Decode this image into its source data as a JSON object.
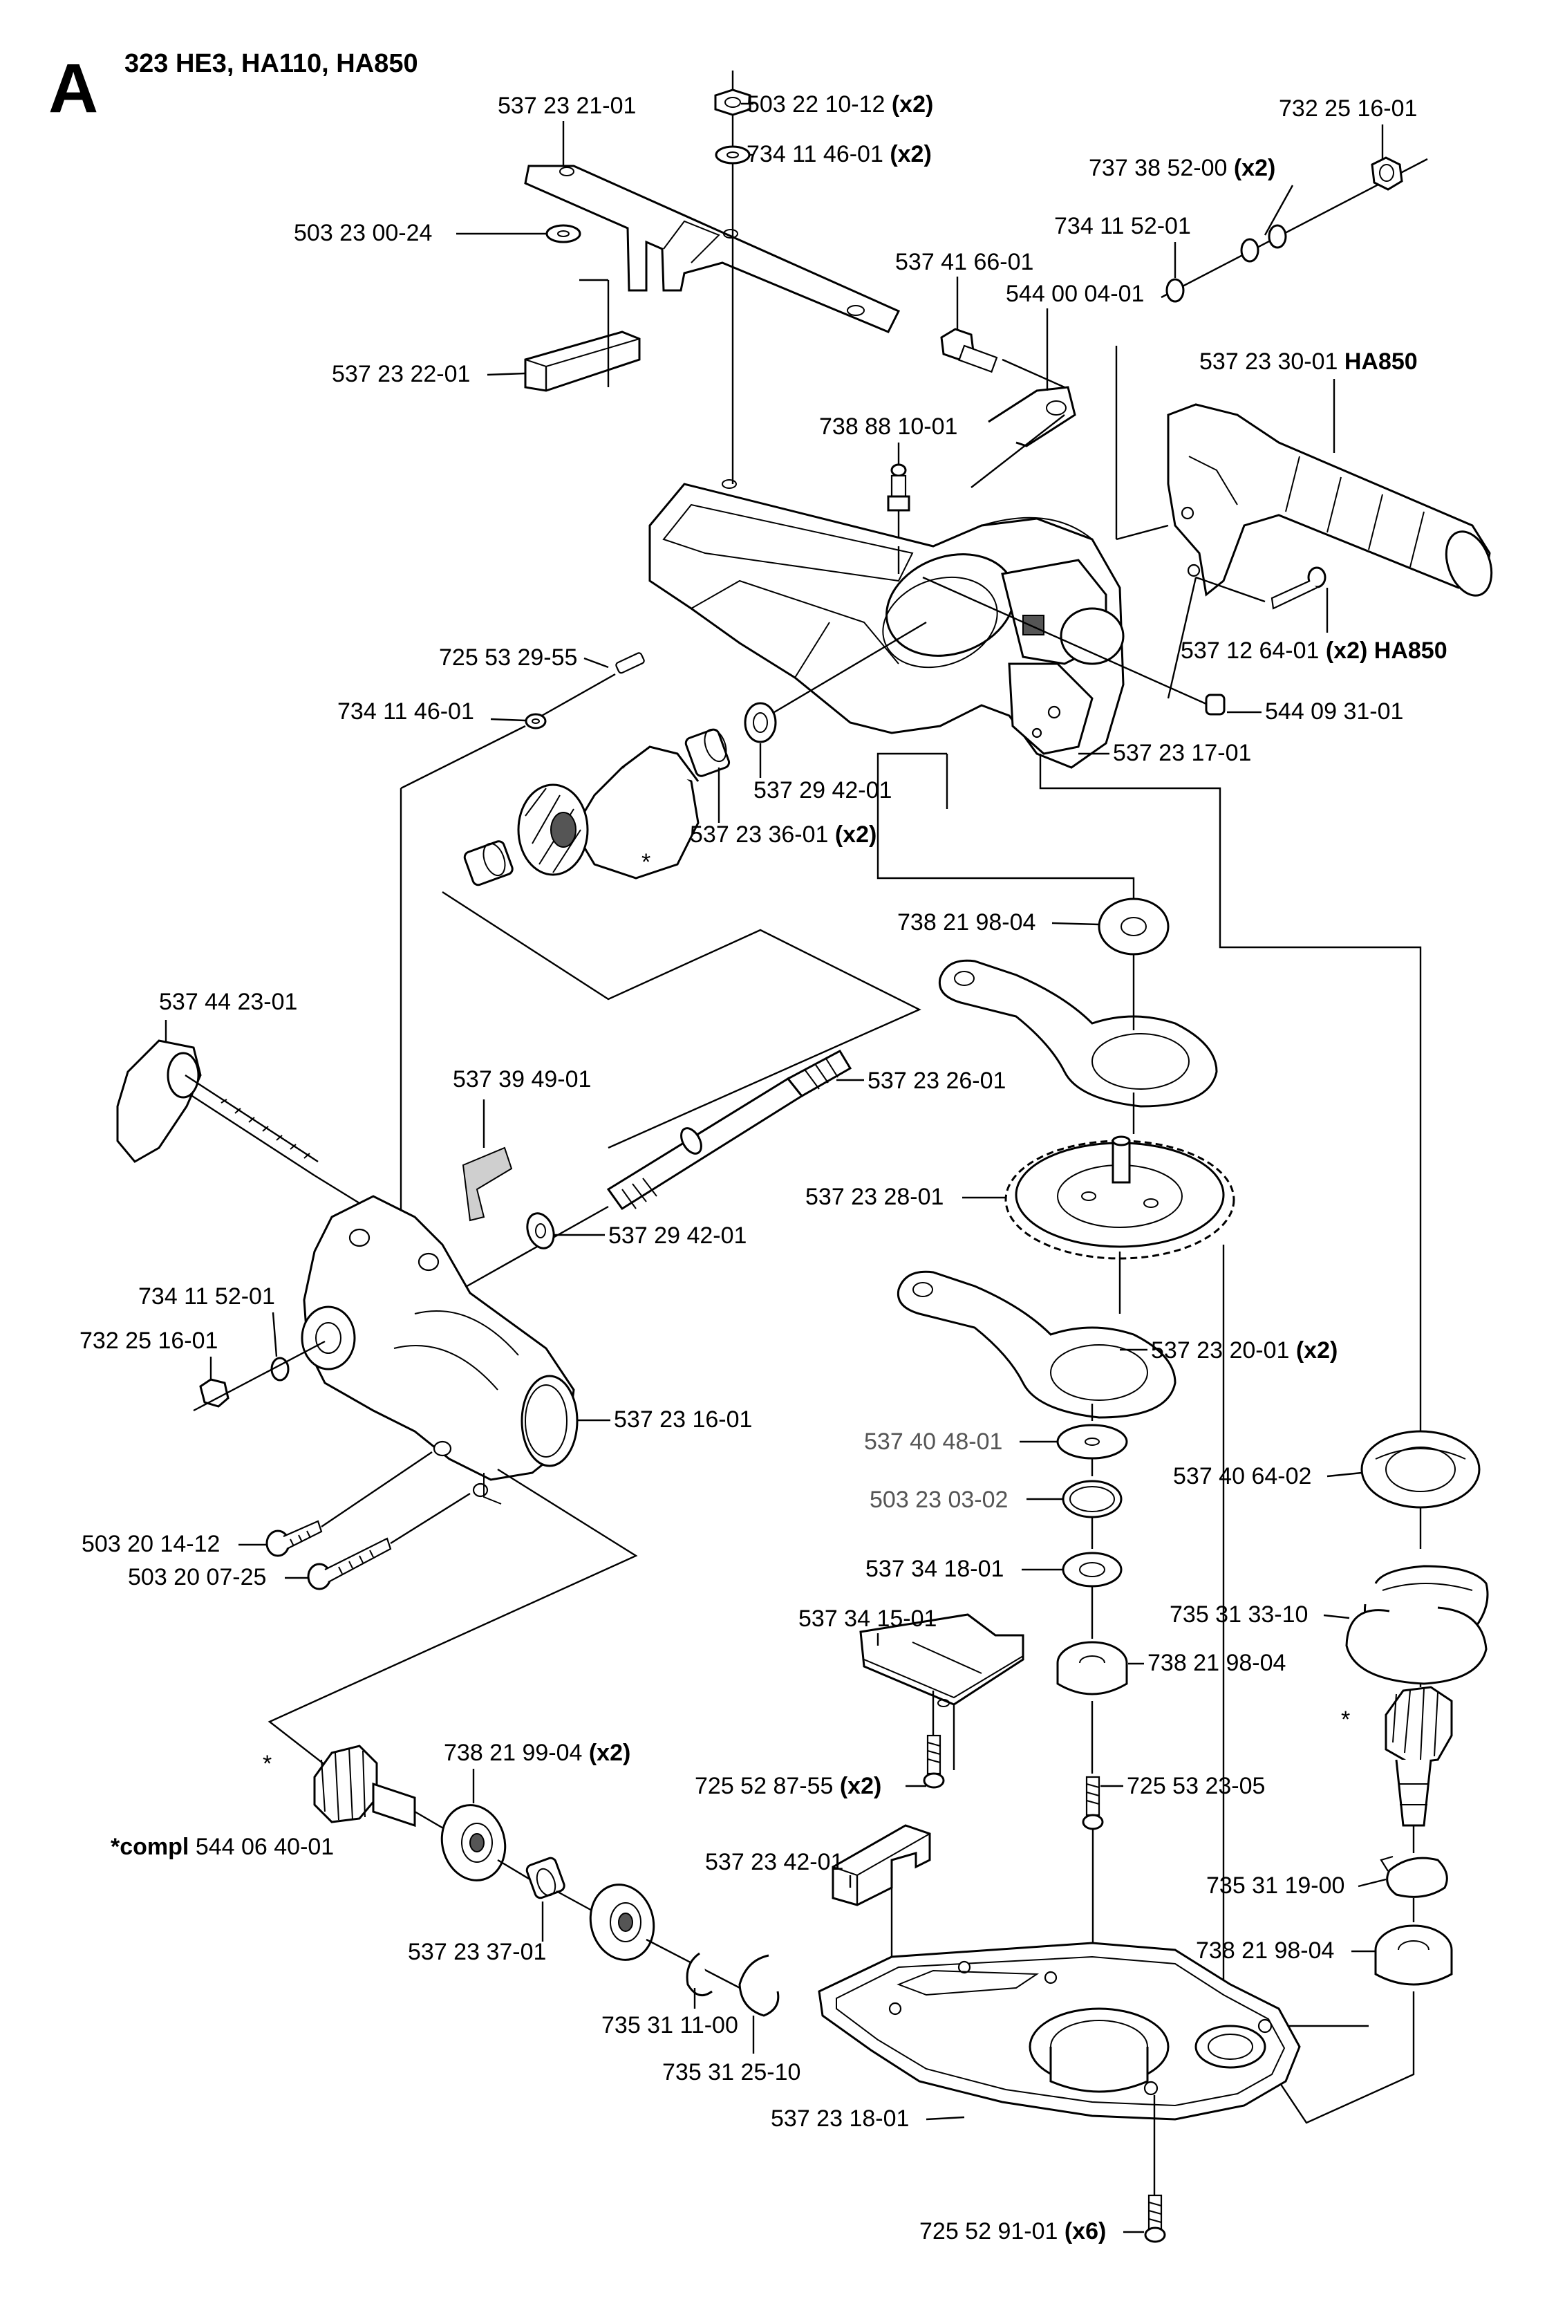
{
  "section_letter": "A",
  "models_title": "323 HE3, HA110, HA850",
  "parts": [
    {
      "id": "p01",
      "number": "537 23 21-01",
      "note": ""
    },
    {
      "id": "p02",
      "number": "503 22 10-12",
      "note": "(x2)"
    },
    {
      "id": "p03",
      "number": "734 11 46-01",
      "note": "(x2)"
    },
    {
      "id": "p04",
      "number": "732 25 16-01",
      "note": ""
    },
    {
      "id": "p05",
      "number": "737 38 52-00",
      "note": "(x2)"
    },
    {
      "id": "p06",
      "number": "503 23 00-24",
      "note": ""
    },
    {
      "id": "p07",
      "number": "734 11 52-01",
      "note": ""
    },
    {
      "id": "p08",
      "number": "537 41 66-01",
      "note": ""
    },
    {
      "id": "p09",
      "number": "544 00 04-01",
      "note": ""
    },
    {
      "id": "p10",
      "number": "537 23 22-01",
      "note": ""
    },
    {
      "id": "p11",
      "number": "537 23 30-01",
      "note": "HA850"
    },
    {
      "id": "p12",
      "number": "738 88 10-01",
      "note": ""
    },
    {
      "id": "p13",
      "number": "537 12 64-01",
      "note": "(x2) HA850"
    },
    {
      "id": "p14",
      "number": "725 53 29-55",
      "note": ""
    },
    {
      "id": "p15",
      "number": "734 11 46-01",
      "note": ""
    },
    {
      "id": "p16",
      "number": "544 09 31-01",
      "note": ""
    },
    {
      "id": "p17",
      "number": "537 23 17-01",
      "note": ""
    },
    {
      "id": "p18",
      "number": "537 29 42-01",
      "note": ""
    },
    {
      "id": "p19",
      "number": "537 23 36-01",
      "note": "(x2)"
    },
    {
      "id": "p20",
      "number": "738 21 98-04",
      "note": ""
    },
    {
      "id": "p21",
      "number": "537 44 23-01",
      "note": ""
    },
    {
      "id": "p22",
      "number": "537 39 49-01",
      "note": ""
    },
    {
      "id": "p23",
      "number": "537 23 26-01",
      "note": ""
    },
    {
      "id": "p24",
      "number": "537 23 28-01",
      "note": ""
    },
    {
      "id": "p25",
      "number": "537 29 42-01",
      "note": ""
    },
    {
      "id": "p26",
      "number": "734 11 52-01",
      "note": ""
    },
    {
      "id": "p27",
      "number": "732 25 16-01",
      "note": ""
    },
    {
      "id": "p28",
      "number": "537 23 20-01",
      "note": "(x2)"
    },
    {
      "id": "p29",
      "number": "537 23 16-01",
      "note": ""
    },
    {
      "id": "p30",
      "number": "537 40 48-01",
      "note": ""
    },
    {
      "id": "p31",
      "number": "537 40 64-02",
      "note": ""
    },
    {
      "id": "p32",
      "number": "503 23 03-02",
      "note": ""
    },
    {
      "id": "p33",
      "number": "503 20 14-12",
      "note": ""
    },
    {
      "id": "p34",
      "number": "503 20 07-25",
      "note": ""
    },
    {
      "id": "p35",
      "number": "537 34 18-01",
      "note": ""
    },
    {
      "id": "p36",
      "number": "537 34 15-01",
      "note": ""
    },
    {
      "id": "p37",
      "number": "735 31 33-10",
      "note": ""
    },
    {
      "id": "p38",
      "number": "738 21 98-04",
      "note": ""
    },
    {
      "id": "p39",
      "number": "738 21 99-04",
      "note": "(x2)"
    },
    {
      "id": "p40",
      "number": "725 52 87-55",
      "note": "(x2)"
    },
    {
      "id": "p41",
      "number": "725 53 23-05",
      "note": ""
    },
    {
      "id": "p42",
      "number": "537 23 42-01",
      "note": ""
    },
    {
      "id": "p43",
      "number": "735 31 19-00",
      "note": ""
    },
    {
      "id": "p44",
      "number": "537 23 37-01",
      "note": ""
    },
    {
      "id": "p45",
      "number": "738 21 98-04",
      "note": ""
    },
    {
      "id": "p46",
      "number": "735 31 11-00",
      "note": ""
    },
    {
      "id": "p47",
      "number": "735 31 25-10",
      "note": ""
    },
    {
      "id": "p48",
      "number": "537 23 18-01",
      "note": ""
    },
    {
      "id": "p49",
      "number": "725 52 91-01",
      "note": "(x6)"
    }
  ],
  "compl_prefix": "*compl",
  "compl_number": "544 06 40-01",
  "asterisk": "*"
}
